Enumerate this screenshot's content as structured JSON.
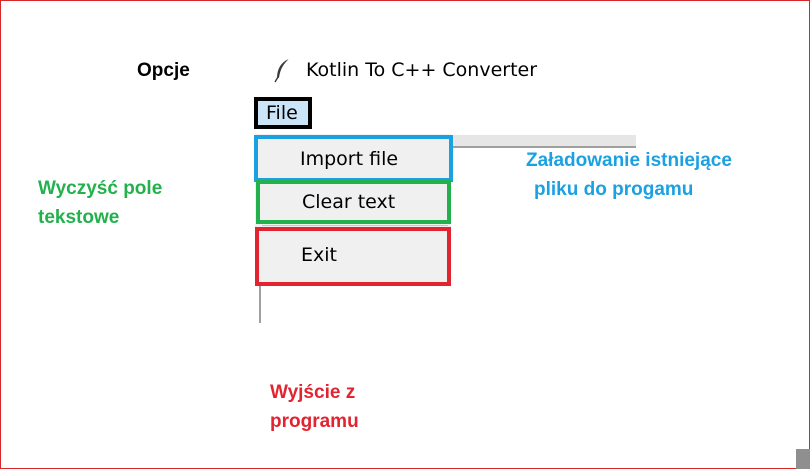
{
  "header": {
    "options_label": "Opcje",
    "app_title": "Kotlin To C++ Converter",
    "app_icon": "feather-icon"
  },
  "menu_bar": {
    "file_label": "File"
  },
  "file_menu": {
    "items": [
      {
        "label": "Import file"
      },
      {
        "label": "Clear text"
      },
      {
        "label": "Exit"
      }
    ]
  },
  "annotations": {
    "import": {
      "line1": "Załadowanie istniejące",
      "line2": "pliku do progamu"
    },
    "clear": {
      "line1": "Wyczyść pole",
      "line2": "tekstowe"
    },
    "exit": {
      "line1": "Wyjście z",
      "line2": "programu"
    }
  },
  "colors": {
    "import_highlight": "#1ba1e2",
    "clear_highlight": "#22b14c",
    "exit_highlight": "#e22431",
    "file_highlight": "#000000",
    "menu_background": "#f0f0f0",
    "file_background": "#cce4f7"
  }
}
